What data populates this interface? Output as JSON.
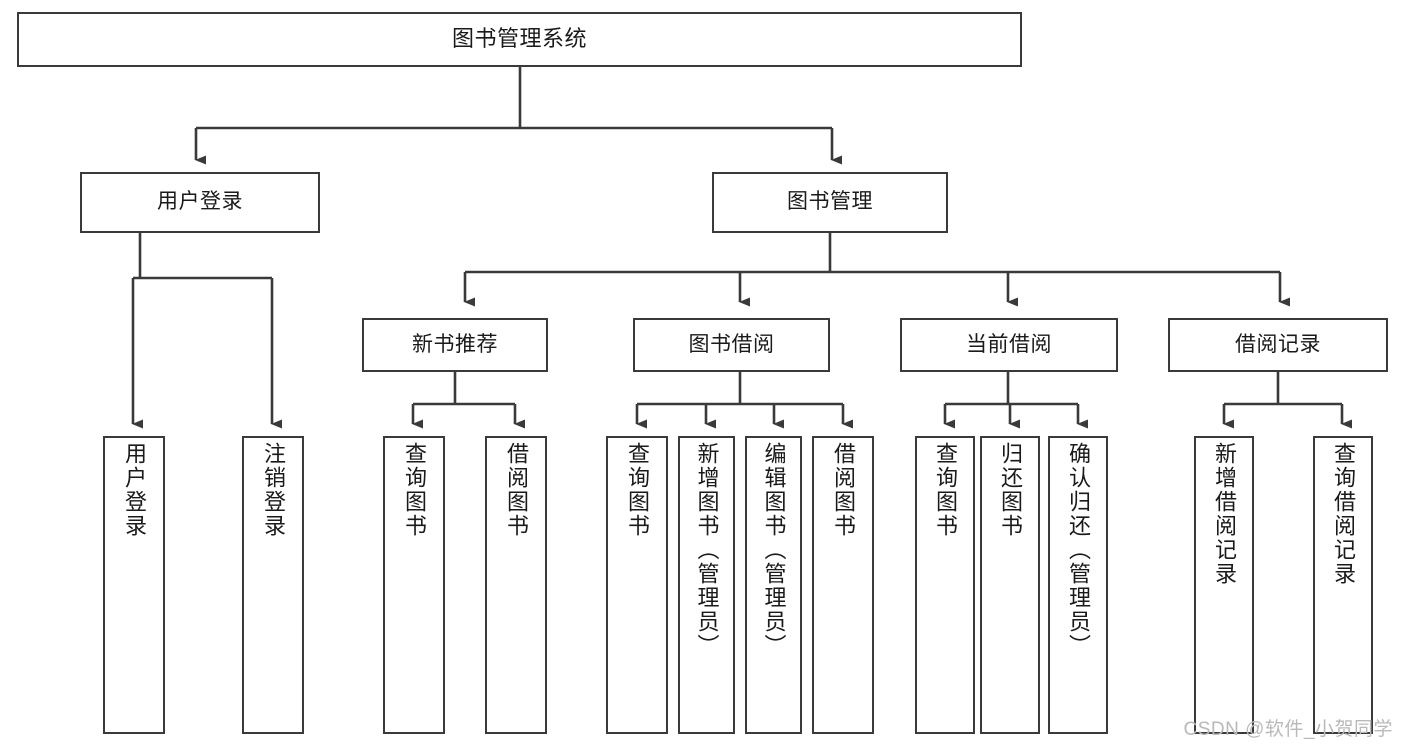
{
  "diagram": {
    "title": "图书管理系统",
    "type": "hierarchy-tree",
    "levels": {
      "root": {
        "label": "图书管理系统"
      },
      "level2": [
        {
          "label": "用户登录"
        },
        {
          "label": "图书管理"
        }
      ],
      "level3": [
        {
          "label": "新书推荐"
        },
        {
          "label": "图书借阅"
        },
        {
          "label": "当前借阅"
        },
        {
          "label": "借阅记录"
        }
      ],
      "leaves": {
        "user_login": [
          {
            "label": "用户登录"
          },
          {
            "label": "注销登录"
          }
        ],
        "new_book_recommend": [
          {
            "label": "查询图书"
          },
          {
            "label": "借阅图书"
          }
        ],
        "book_borrow": [
          {
            "label": "查询图书"
          },
          {
            "label": "新增图书（管理员）"
          },
          {
            "label": "编辑图书（管理员）"
          },
          {
            "label": "借阅图书"
          }
        ],
        "current_borrow": [
          {
            "label": "查询图书"
          },
          {
            "label": "归还图书"
          },
          {
            "label": "确认归还（管理员）"
          }
        ],
        "borrow_record": [
          {
            "label": "新增借阅记录"
          },
          {
            "label": "查询借阅记录"
          }
        ]
      }
    },
    "colors": {
      "stroke": "#3a3a3a",
      "text": "#1a1a1a",
      "background": "#ffffff",
      "watermark": "#b9b9b9"
    }
  },
  "watermark": {
    "text": "CSDN @软件_小贺同学"
  }
}
